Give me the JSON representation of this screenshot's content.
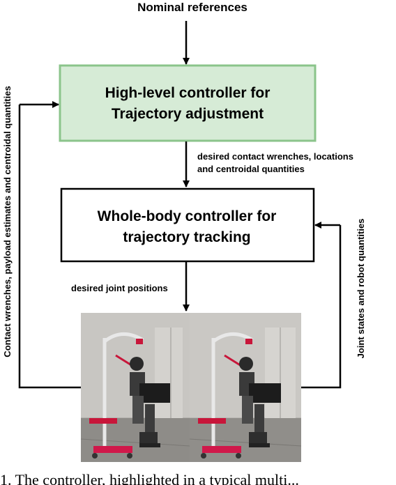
{
  "top_input": "Nominal references",
  "high_level_box": {
    "line1": "High-level controller for",
    "line2": "Trajectory adjustment",
    "fill": "#d6ebd6",
    "border": "#8bc48b"
  },
  "mid_signal": {
    "line1": "desired contact wrenches, locations",
    "line2": "and centroidal quantities"
  },
  "whole_body_box": {
    "line1": "Whole-body controller for",
    "line2": "trajectory tracking"
  },
  "joint_signal": "desired joint positions",
  "left_feedback": "Contact wrenches, payload estimates and centroidal quantities",
  "right_feedback": "Joint states and robot quantities",
  "robot_image": {
    "description_icon": "robot-photo"
  },
  "caption_fragment": "1. The controller, highlighted in a typical multi..."
}
